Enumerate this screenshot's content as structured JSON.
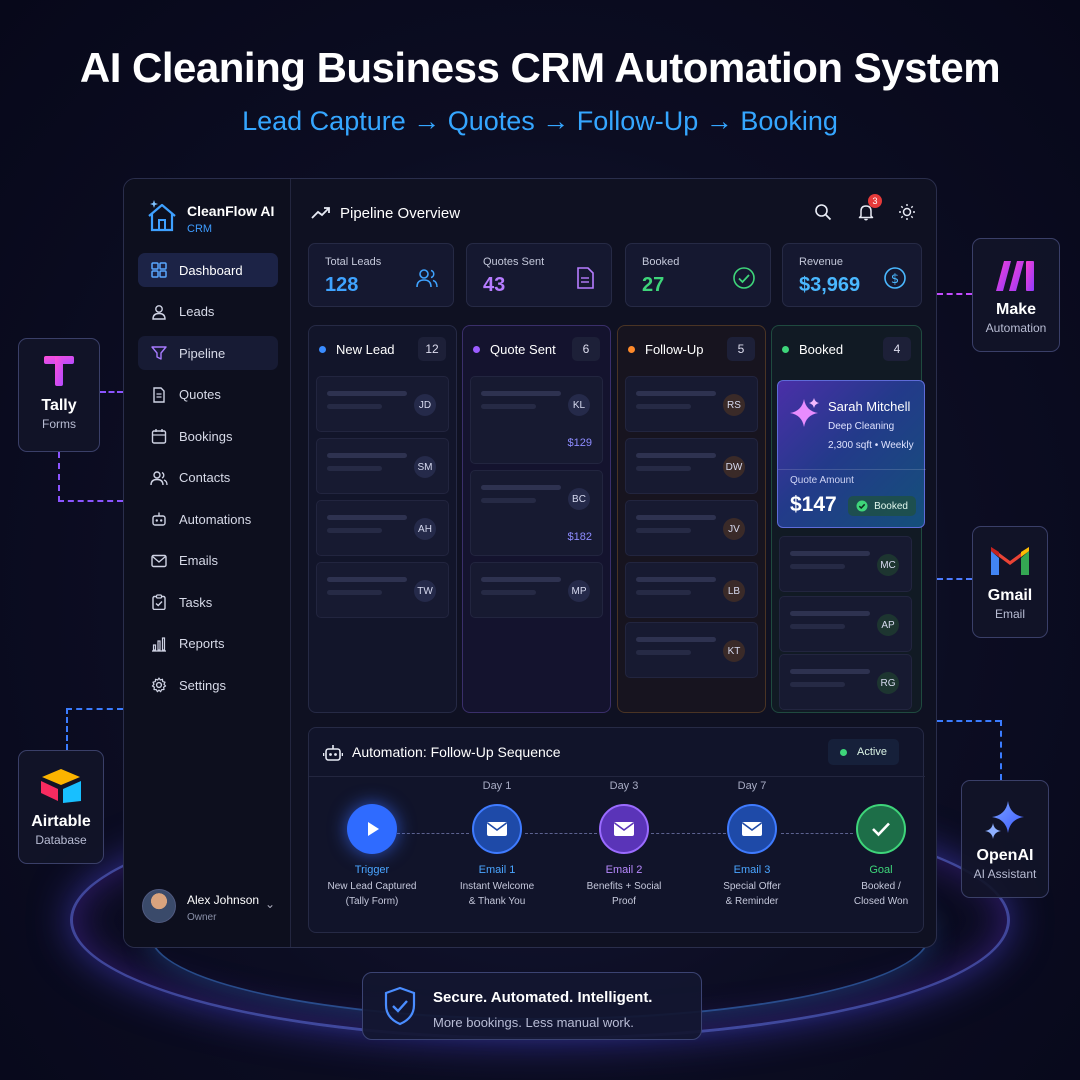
{
  "hero": {
    "title": "AI Cleaning Business CRM Automation System",
    "subtitle": "Lead Capture → Quotes → Follow-Up → Booking"
  },
  "brand": {
    "name": "CleanFlow AI",
    "sub": "CRM"
  },
  "sidebar": {
    "items": [
      {
        "label": "Dashboard",
        "icon": "dashboard-icon",
        "active": true
      },
      {
        "label": "Leads",
        "icon": "user-icon"
      },
      {
        "label": "Pipeline",
        "icon": "funnel-icon"
      },
      {
        "label": "Quotes",
        "icon": "document-icon"
      },
      {
        "label": "Bookings",
        "icon": "calendar-icon"
      },
      {
        "label": "Contacts",
        "icon": "contacts-icon"
      },
      {
        "label": "Automations",
        "icon": "robot-icon"
      },
      {
        "label": "Emails",
        "icon": "mail-icon"
      },
      {
        "label": "Tasks",
        "icon": "clipboard-check-icon"
      },
      {
        "label": "Reports",
        "icon": "bar-chart-icon"
      },
      {
        "label": "Settings",
        "icon": "gear-icon"
      }
    ]
  },
  "user": {
    "name": "Alex Johnson",
    "role": "Owner"
  },
  "topbar": {
    "title": "Pipeline Overview",
    "notifications": "3"
  },
  "stats": [
    {
      "label": "Total Leads",
      "value": "128",
      "color": "#3fa3ff",
      "icon": "users-icon"
    },
    {
      "label": "Quotes Sent",
      "value": "43",
      "color": "#b67cff",
      "icon": "document-icon"
    },
    {
      "label": "Booked",
      "value": "27",
      "color": "#3ed57a",
      "icon": "check-circle-icon"
    },
    {
      "label": "Revenue",
      "value": "$3,969",
      "color": "#4ab8ff",
      "icon": "dollar-icon"
    }
  ],
  "pipeline": {
    "columns": [
      {
        "name": "New Lead",
        "count": "12",
        "color": "#3a8cff",
        "cards": [
          {
            "initials": "JD"
          },
          {
            "initials": "SM"
          },
          {
            "initials": "AH"
          },
          {
            "initials": "TW"
          }
        ]
      },
      {
        "name": "Quote Sent",
        "count": "6",
        "color": "#9c5cff",
        "cards": [
          {
            "initials": "KL",
            "amount": "$129"
          },
          {
            "initials": "BC",
            "amount": "$182"
          },
          {
            "initials": "MP"
          }
        ]
      },
      {
        "name": "Follow-Up",
        "count": "5",
        "color": "#ff8a2a",
        "cards": [
          {
            "initials": "RS"
          },
          {
            "initials": "DW"
          },
          {
            "initials": "JV"
          },
          {
            "initials": "LB"
          },
          {
            "initials": "KT"
          }
        ]
      },
      {
        "name": "Booked",
        "count": "4",
        "color": "#3ed57a",
        "featured": {
          "name": "Sarah Mitchell",
          "service": "Deep Cleaning",
          "details": "2,300 sqft • Weekly",
          "amount_label": "Quote Amount",
          "amount": "$147",
          "status": "Booked"
        },
        "cards": [
          {
            "initials": "MC"
          },
          {
            "initials": "AP"
          },
          {
            "initials": "RG"
          }
        ]
      }
    ]
  },
  "automation": {
    "title": "Automation: Follow-Up Sequence",
    "status": "Active",
    "steps": [
      {
        "day": "",
        "name": "Trigger",
        "desc1": "New Lead Captured",
        "desc2": "(Tally Form)",
        "icon": "play-icon",
        "color": "#2f6bff"
      },
      {
        "day": "Day 1",
        "name": "Email 1",
        "desc1": "Instant Welcome",
        "desc2": "& Thank You",
        "icon": "mail-icon",
        "color": "#2b5fd6"
      },
      {
        "day": "Day 3",
        "name": "Email 2",
        "desc1": "Benefits + Social",
        "desc2": "Proof",
        "icon": "mail-icon",
        "color": "#7a4ae0"
      },
      {
        "day": "Day 7",
        "name": "Email 3",
        "desc1": "Special Offer",
        "desc2": "& Reminder",
        "icon": "mail-icon",
        "color": "#2b5fd6"
      },
      {
        "day": "",
        "name": "Goal",
        "desc1": "Booked /",
        "desc2": "Closed Won",
        "icon": "check-icon",
        "color": "#1f8a55"
      }
    ]
  },
  "integrations": [
    {
      "name": "Tally",
      "sub": "Forms",
      "icon": "tally-icon"
    },
    {
      "name": "Make",
      "sub": "Automation",
      "icon": "make-icon"
    },
    {
      "name": "Gmail",
      "sub": "Email",
      "icon": "gmail-icon"
    },
    {
      "name": "Airtable",
      "sub": "Database",
      "icon": "airtable-icon"
    },
    {
      "name": "OpenAI",
      "sub": "AI Assistant",
      "icon": "sparkle-icon"
    }
  ],
  "footer": {
    "title": "Secure. Automated. Intelligent.",
    "subtitle": "More bookings. Less manual work."
  }
}
